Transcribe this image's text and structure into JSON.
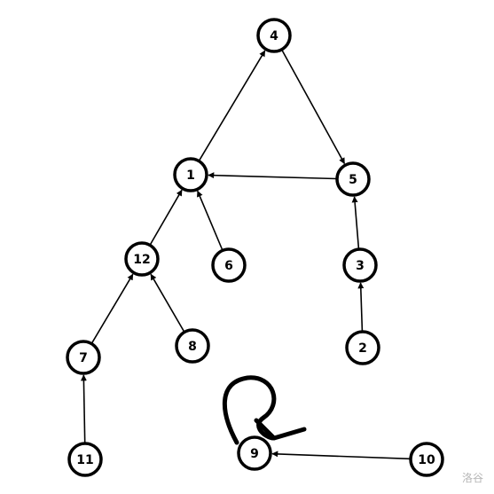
{
  "graph": {
    "nodes": [
      {
        "id": "4"
      },
      {
        "id": "1"
      },
      {
        "id": "5"
      },
      {
        "id": "12"
      },
      {
        "id": "6"
      },
      {
        "id": "3"
      },
      {
        "id": "7"
      },
      {
        "id": "8"
      },
      {
        "id": "2"
      },
      {
        "id": "11"
      },
      {
        "id": "9"
      },
      {
        "id": "10"
      }
    ],
    "edges": [
      {
        "from": "1",
        "to": "4"
      },
      {
        "from": "4",
        "to": "5"
      },
      {
        "from": "5",
        "to": "1"
      },
      {
        "from": "12",
        "to": "1"
      },
      {
        "from": "6",
        "to": "1"
      },
      {
        "from": "3",
        "to": "5"
      },
      {
        "from": "2",
        "to": "3"
      },
      {
        "from": "7",
        "to": "12"
      },
      {
        "from": "8",
        "to": "12"
      },
      {
        "from": "11",
        "to": "7"
      },
      {
        "from": "10",
        "to": "9"
      },
      {
        "from": "9",
        "to": "9"
      }
    ],
    "colors": {
      "stroke": "#000000",
      "fill": "#ffffff"
    }
  },
  "watermark": "洛谷"
}
